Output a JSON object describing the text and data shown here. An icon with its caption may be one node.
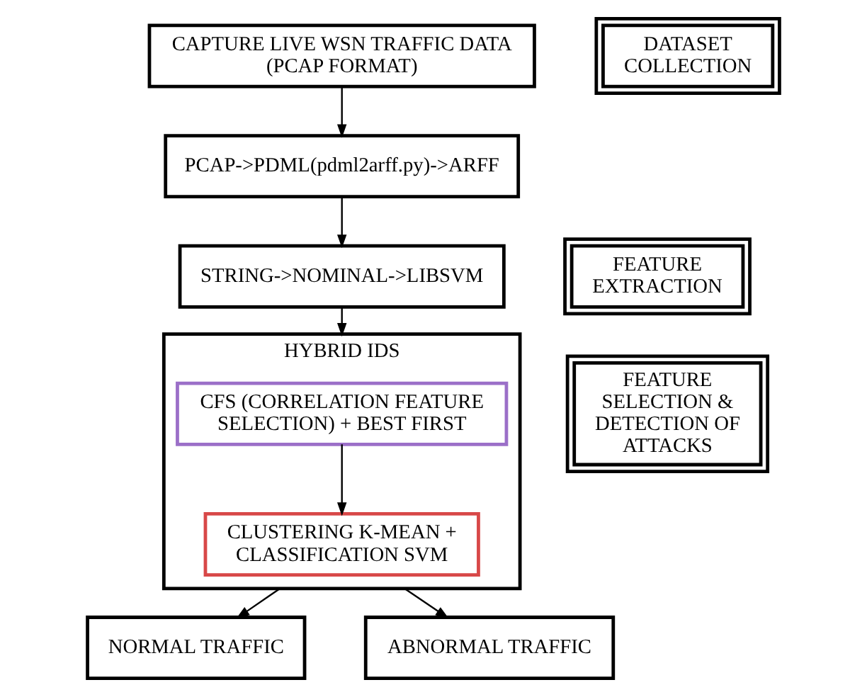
{
  "diagram": {
    "nodes": [
      {
        "text": [
          "CAPTURE LIVE WSN TRAFFIC DATA (PCAP FORMAT)"
        ]
      },
      {
        "text": [
          "DATASET COLLECTION"
        ]
      },
      {
        "text": [
          "PCAP->PDML(pdml2arff.py)->ARFF"
        ]
      },
      {
        "text": [
          "STRING->NOMINAL->LIBSVM"
        ]
      },
      {
        "text": [
          "FEATURE EXTRACTION"
        ]
      },
      {
        "text": [
          "HYBRID IDS"
        ]
      },
      {
        "text": [
          "CFS (CORRELATION FEATURE SELECTION) + BEST FIRST"
        ],
        "in": 5
      },
      {
        "text": [
          "CLUSTERING K-MEAN + CLASSIFICATION SVM"
        ],
        "in": 5
      },
      {
        "text": [
          "FEATURE SELECTION & DETECTION OF ATTACKS"
        ]
      },
      {
        "text": [
          "NORMAL TRAFFIC"
        ]
      },
      {
        "text": [
          "ABNORMAL TRAFFIC"
        ]
      }
    ],
    "edges": [
      {
        "from": 0,
        "to": 2,
        "arrow": "to"
      },
      {
        "from": 2,
        "to": 3,
        "arrow": "to"
      },
      {
        "from": 3,
        "to": 5,
        "arrow": "to"
      },
      {
        "from": 6,
        "to": 7,
        "arrow": "to"
      },
      {
        "from": 5,
        "to": 9,
        "arrow": "to"
      },
      {
        "from": 5,
        "to": 10,
        "arrow": "to"
      }
    ]
  }
}
